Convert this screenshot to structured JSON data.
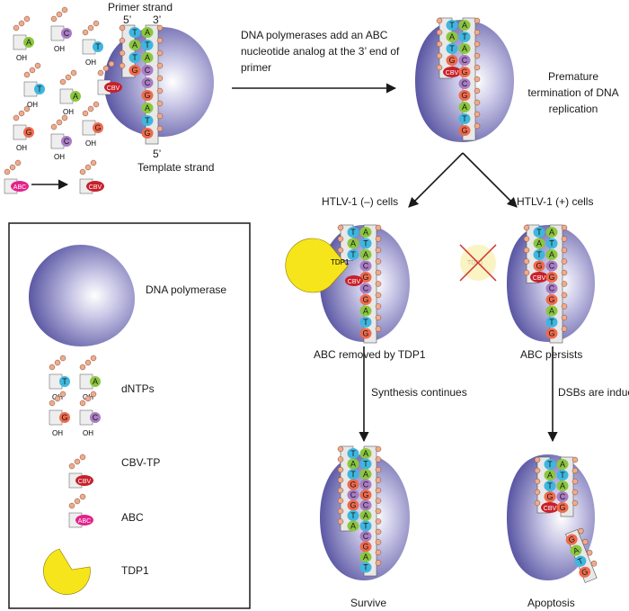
{
  "labels": {
    "primer_strand": "Primer strand",
    "five_prime_top": "5’",
    "three_prime_top": "3’",
    "five_prime_bottom": "5’",
    "template_strand": "Template strand",
    "step1_text": "DNA polymerases add an ABC nucleotide analog at the 3’ end of primer",
    "premature": "Premature termination of  DNA replication",
    "htlv_neg": "HTLV-1 (–) cells",
    "htlv_pos": "HTLV-1 (+) cells",
    "abc_removed": "ABC removed by TDP1",
    "abc_persists": "ABC persists",
    "synthesis": "Synthesis continues",
    "dsbs": "DSBs are induced",
    "survive": "Survive",
    "apoptosis": "Apoptosis",
    "oh": "OH"
  },
  "nucleotides": {
    "T": "T",
    "A": "A",
    "G": "G",
    "C": "C",
    "CBV": "CBV",
    "ABC": "ABC",
    "TDP1": "TDP1"
  },
  "legend": {
    "dna_polymerase": "DNA polymerase",
    "dntps": "dNTPs",
    "cbv_tp": "CBV-TP",
    "abc": "ABC",
    "tdp1": "TDP1"
  },
  "colors": {
    "T": "#3fb6de",
    "A": "#8cc63f",
    "G": "#ef6a4c",
    "C": "#a97cc4",
    "CBV": "#c8202a",
    "ABC": "#e2238a",
    "TDP1": "#f7e51b",
    "polymerase": "#6e6ab0",
    "bead": "#f0ab8c"
  }
}
